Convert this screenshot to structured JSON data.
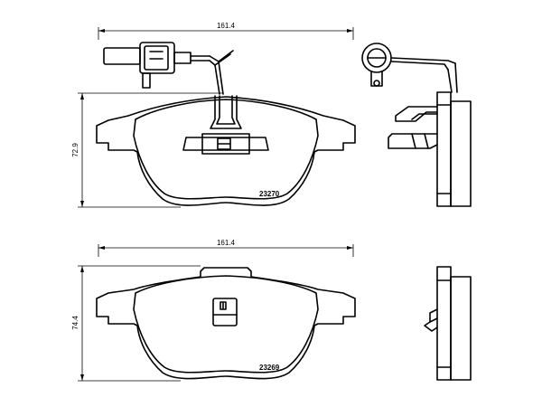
{
  "top_view": {
    "width_dim": "161.4",
    "height_dim": "72.9",
    "part_number": "23270"
  },
  "bottom_view": {
    "width_dim": "161.4",
    "height_dim": "74.4",
    "part_number": "23269"
  },
  "colors": {
    "line": "#000000",
    "background": "#ffffff"
  }
}
